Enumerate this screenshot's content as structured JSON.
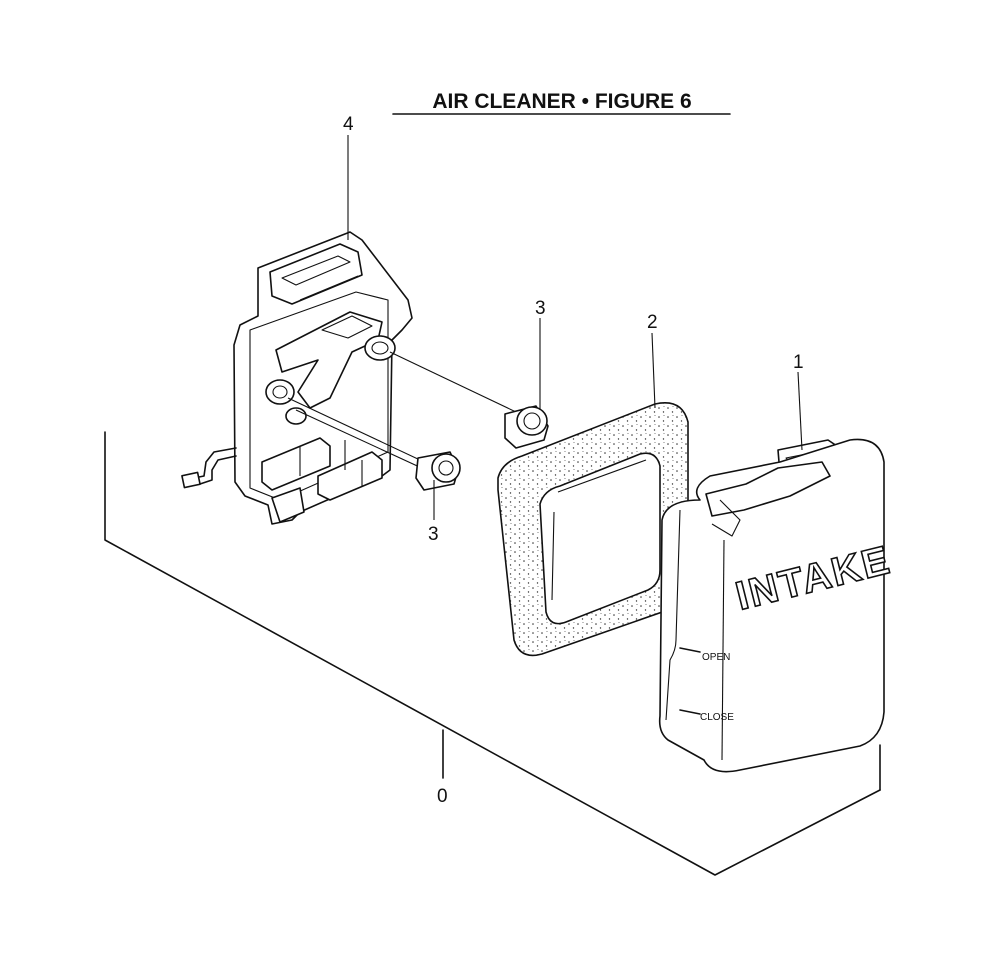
{
  "figure": {
    "title": "AIR CLEANER  •  FIGURE 6"
  },
  "callouts": {
    "c0": "0",
    "c1": "1",
    "c2": "2",
    "c3a": "3",
    "c3b": "3",
    "c4": "4"
  },
  "cover": {
    "embossed": "INTAKE",
    "open_label": "OPEN",
    "close_label": "CLOSE"
  }
}
